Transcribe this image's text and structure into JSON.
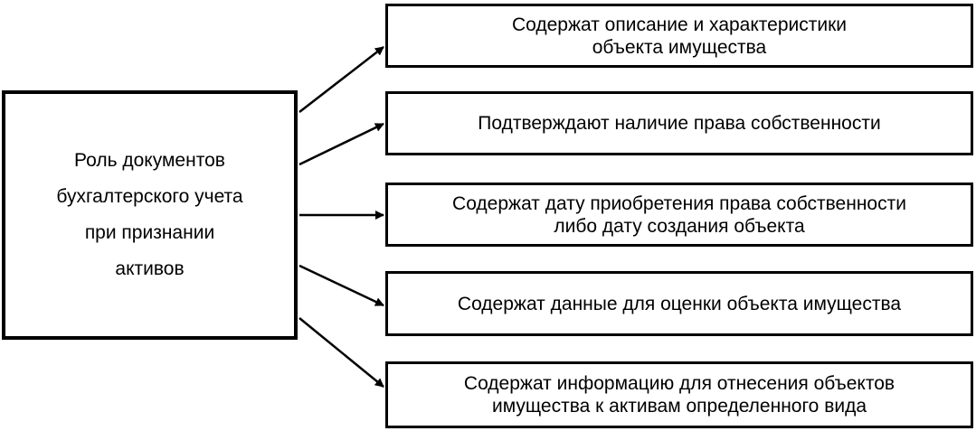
{
  "diagram": {
    "source": {
      "lines": [
        "Роль документов",
        "бухгалтерского учета",
        "при признании",
        "активов"
      ]
    },
    "targets": [
      {
        "lines": [
          "Содержат описание и характеристики",
          "объекта имущества"
        ]
      },
      {
        "lines": [
          "Подтверждают наличие права собственности"
        ]
      },
      {
        "lines": [
          "Содержат дату приобретения права собственности",
          "либо дату создания объекта"
        ]
      },
      {
        "lines": [
          "Содержат данные для оценки объекта имущества"
        ]
      },
      {
        "lines": [
          "Содержат информацию для отнесения объектов",
          "имущества к активам определенного вида"
        ]
      }
    ]
  }
}
